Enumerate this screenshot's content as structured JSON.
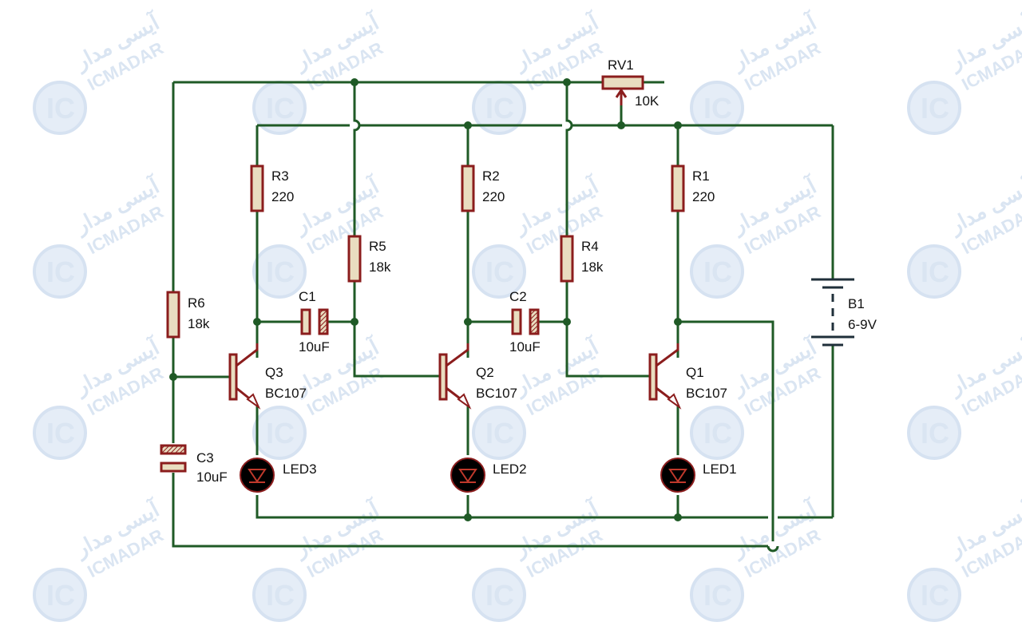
{
  "watermark": {
    "latin": "ICMADAR",
    "persian": "آیسی مدار",
    "logo": "IC"
  },
  "components": {
    "rv1": {
      "ref": "RV1",
      "value": "10K"
    },
    "r1": {
      "ref": "R1",
      "value": "220"
    },
    "r2": {
      "ref": "R2",
      "value": "220"
    },
    "r3": {
      "ref": "R3",
      "value": "220"
    },
    "r4": {
      "ref": "R4",
      "value": "18k"
    },
    "r5": {
      "ref": "R5",
      "value": "18k"
    },
    "r6": {
      "ref": "R6",
      "value": "18k"
    },
    "c1": {
      "ref": "C1",
      "value": "10uF"
    },
    "c2": {
      "ref": "C2",
      "value": "10uF"
    },
    "c3": {
      "ref": "C3",
      "value": "10uF"
    },
    "q1": {
      "ref": "Q1",
      "value": "BC107"
    },
    "q2": {
      "ref": "Q2",
      "value": "BC107"
    },
    "q3": {
      "ref": "Q3",
      "value": "BC107"
    },
    "led1": {
      "ref": "LED1"
    },
    "led2": {
      "ref": "LED2"
    },
    "led3": {
      "ref": "LED3"
    },
    "b1": {
      "ref": "B1",
      "value": "6-9V"
    }
  },
  "colors": {
    "wire": "#1f5a26",
    "component_outline": "#8b1d1d",
    "component_fill": "#e9ddc0",
    "led_body": "#000000",
    "watermark": "#d6e2f1"
  }
}
